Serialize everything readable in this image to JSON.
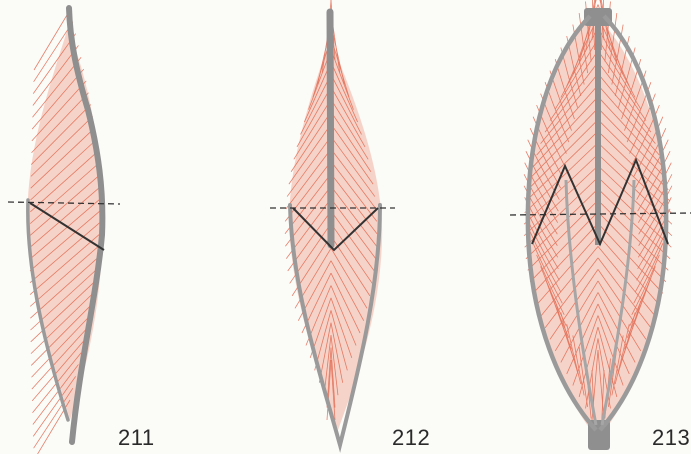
{
  "figures": [
    {
      "number": "211"
    },
    {
      "number": "212"
    },
    {
      "number": "213"
    }
  ],
  "colors": {
    "muscle_fiber": "#e26a52",
    "muscle_fill": "#f6d3c8",
    "tendon": "#8f8f8f",
    "guide_line": "#333333",
    "page": "#fbfbf8"
  }
}
